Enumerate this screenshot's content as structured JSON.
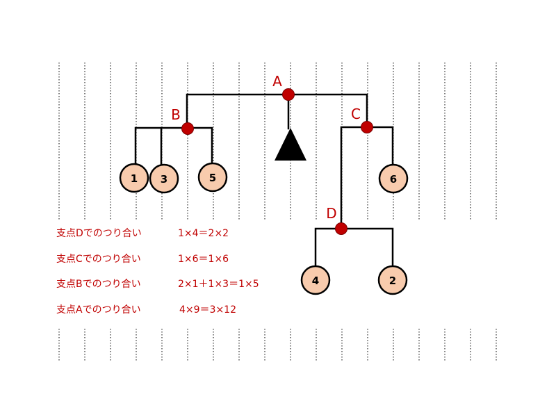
{
  "pivots": {
    "A": "A",
    "B": "B",
    "C": "C",
    "D": "D"
  },
  "weights": {
    "w1": "1",
    "w3": "3",
    "w5": "5",
    "w6": "6",
    "w4": "4",
    "w2": "2"
  },
  "equations": [
    {
      "label": "支点Dでのつり合い",
      "formula": "1×4＝2×2"
    },
    {
      "label": "支点Cでのつり合い",
      "formula": "1×6＝1×6"
    },
    {
      "label": "支点Bでのつり合い",
      "formula": "2×1＋1×3＝1×5"
    },
    {
      "label": "支点Aでのつり合い",
      "formula": "4×9＝3×12"
    }
  ],
  "colors": {
    "accent": "#c00000",
    "weight_fill": "#f8cbad"
  }
}
